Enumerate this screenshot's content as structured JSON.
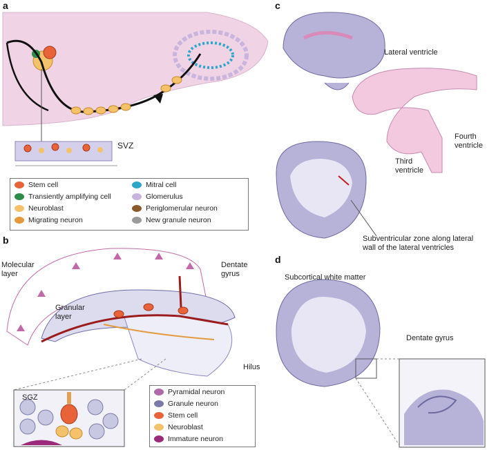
{
  "panels": {
    "a": "a",
    "b": "b",
    "c": "c",
    "d": "d"
  },
  "panel_a": {
    "svz_label": "SVZ",
    "legend": [
      {
        "label": "Stem cell",
        "icon": "stem-cell-icon",
        "color": "#e8633a"
      },
      {
        "label": "Transiently amplifying cell",
        "icon": "transient-cell-icon",
        "color": "#2e8b4a"
      },
      {
        "label": "Neuroblast",
        "icon": "neuroblast-icon",
        "color": "#f3c26b"
      },
      {
        "label": "Migrating neuron",
        "icon": "migrating-neuron-icon",
        "color": "#e49a3c"
      },
      {
        "label": "Mitral cell",
        "icon": "mitral-cell-icon",
        "color": "#2aa6c9"
      },
      {
        "label": "Glomerulus",
        "icon": "glomerulus-icon",
        "color": "#c8b4dd"
      },
      {
        "label": "Periglomerular neuron",
        "icon": "periglomerular-neuron-icon",
        "color": "#8a5a2b"
      },
      {
        "label": "New granule neuron",
        "icon": "granule-neuron-icon",
        "color": "#9a9a9a"
      }
    ]
  },
  "panel_b": {
    "molecular_layer": "Molecular\nlayer",
    "granular_layer": "Granular\nlayer",
    "dentate_gyrus": "Dentate\ngyrus",
    "hilus": "Hilus",
    "sgz": "SGZ",
    "legend": [
      {
        "label": "Pyramidal neuron",
        "icon": "pyramidal-neuron-icon",
        "color": "#b06aa8"
      },
      {
        "label": "Granule neuron",
        "icon": "granule-neuron-icon",
        "color": "#7a7aa8"
      },
      {
        "label": "Stem cell",
        "icon": "stem-cell-icon",
        "color": "#e8633a"
      },
      {
        "label": "Neuroblast",
        "icon": "neuroblast-icon",
        "color": "#f3c26b"
      },
      {
        "label": "Immature neuron",
        "icon": "immature-neuron-icon",
        "color": "#9b2a7a"
      }
    ]
  },
  "panel_c": {
    "lateral_ventricle": "Lateral ventricle",
    "fourth_ventricle": "Fourth\nventricle",
    "third_ventricle": "Third\nventricle",
    "svz_caption": "Subventricular zone along lateral\nwall of the lateral ventricles"
  },
  "panel_d": {
    "white_matter": "Subcortical white matter",
    "dentate_gyrus": "Dentate gyrus"
  },
  "colors": {
    "brain_purple": "#b7b3d8",
    "white_matter": "#e8e6f4",
    "pink_region": "#f0d4e6",
    "ventricle_pink": "#f2c9de",
    "migration_arrow": "#111111",
    "granule_red": "#9b1c1c"
  }
}
